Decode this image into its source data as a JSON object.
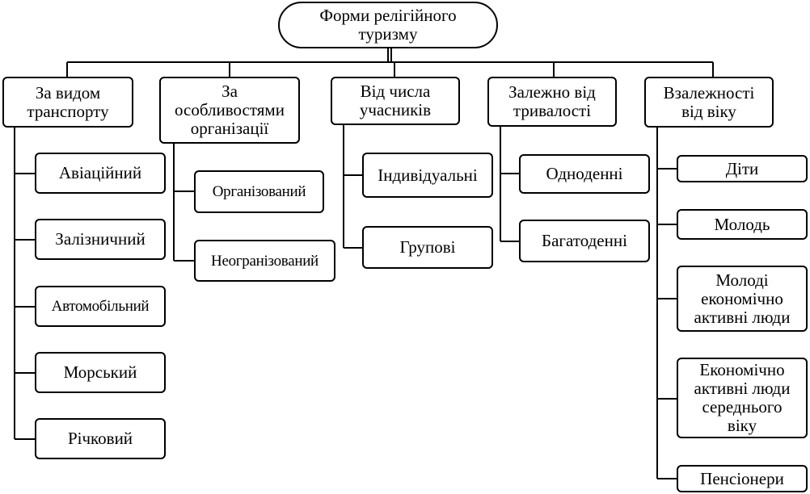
{
  "root": {
    "label": "Форми релігійного\nтуризму"
  },
  "categories": [
    {
      "label": "За видом\nтранспорту",
      "items": [
        "Авіаційний",
        "Залізничний",
        "Автомобільний",
        "Морський",
        "Річковий"
      ]
    },
    {
      "label": "За\nособливостями\nорганізації",
      "items": [
        "Організований",
        "Неогранізований"
      ]
    },
    {
      "label": "Від числа\nучасників",
      "items": [
        "Індивідуальні",
        "Групові"
      ]
    },
    {
      "label": "Залежно від\nтривалості",
      "items": [
        "Одноденні",
        "Багатоденні"
      ]
    },
    {
      "label": "Взалежності\nвід віку",
      "items": [
        "Діти",
        "Молодь",
        "Молоді\nекономічно\nактивні люди",
        "Економічно\nактивні люди\nсереднього\nвіку",
        "Пенсіонери"
      ]
    }
  ]
}
